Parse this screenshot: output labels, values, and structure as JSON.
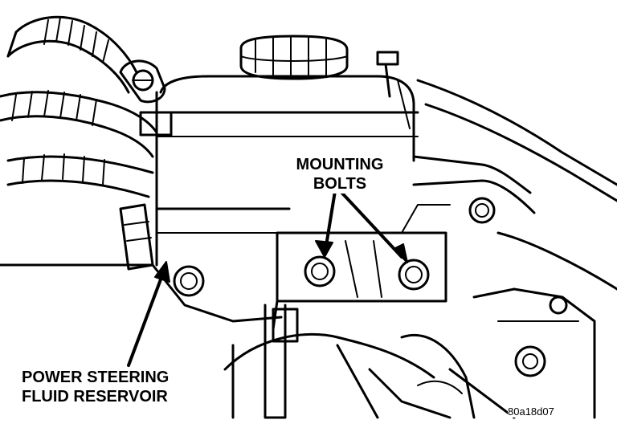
{
  "labels": {
    "mounting_bolts_line1": "MOUNTING",
    "mounting_bolts_line2": "BOLTS",
    "reservoir_line1": "POWER STEERING",
    "reservoir_line2": "FLUID RESERVOIR",
    "figure_code": "80a18d07"
  },
  "colors": {
    "ink": "#000000",
    "paper": "#ffffff"
  }
}
